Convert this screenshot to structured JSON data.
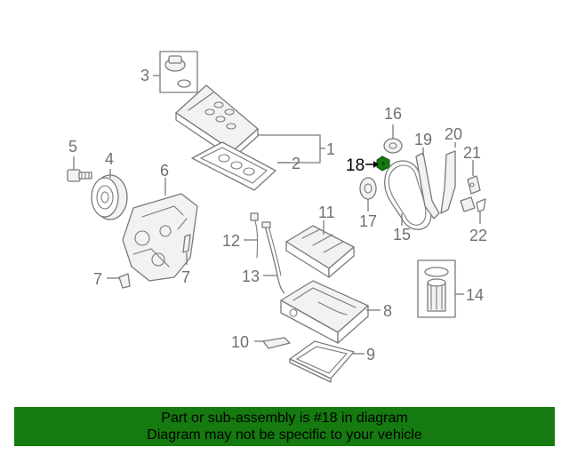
{
  "diagram": {
    "callouts": {
      "c1": "1",
      "c2": "2",
      "c3": "3",
      "c4": "4",
      "c5": "5",
      "c6": "6",
      "c7a": "7",
      "c7b": "7",
      "c8": "8",
      "c9": "9",
      "c10": "10",
      "c11": "11",
      "c12": "12",
      "c13": "13",
      "c14": "14",
      "c15": "15",
      "c16": "16",
      "c17": "17",
      "c18": "18",
      "c19": "19",
      "c20": "20",
      "c21": "21",
      "c22": "22"
    },
    "highlighted_part": "18",
    "colors": {
      "highlight": "#157a0f",
      "line_art": "#7a7a7a",
      "banner": "#157a0f"
    }
  },
  "banner": {
    "line1": "Part or sub-assembly is #18 in diagram",
    "line2": "Diagram may not be specific to your vehicle"
  }
}
